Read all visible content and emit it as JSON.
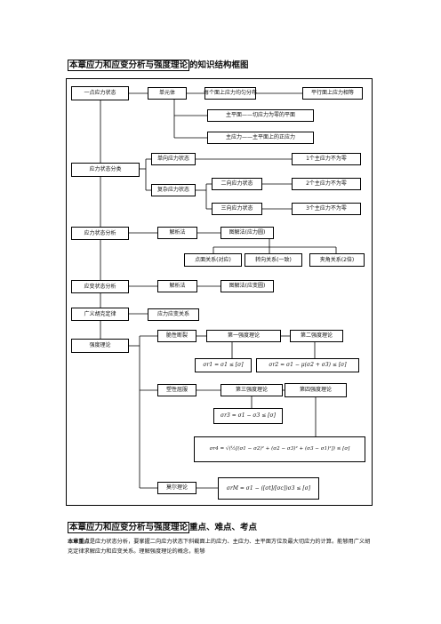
{
  "headings": {
    "h1_boxed": "本章应力和应变分析与强度理论",
    "h1_rest": "的知识结构框图",
    "h2_boxed": "本章应力和应变分析与强度理论",
    "h2_rest": "重点、难点、考点"
  },
  "diagram": {
    "point_stress": "一点应力状态",
    "unit_body": "单元体",
    "stress_uniform": "每个面上应力均匀分布",
    "parallel_equal": "平行面上应力相等",
    "principal_plane": "主平面——切应力为零的平面",
    "principal_stress": "主应力——主平面上的正应力",
    "stress_class": "应力状态分类",
    "uniaxial": "单向应力状态",
    "one_nonzero": "1个主应力不为零",
    "complex": "复杂应力状态",
    "biaxial": "二向应力状态",
    "two_nonzero": "2个主应力不为零",
    "triaxial": "三向应力状态",
    "three_nonzero": "3个主应力不为零",
    "stress_analysis": "应力状态分析",
    "analytic1": "解析法",
    "graphic1": "图解法(应力圆)",
    "point_face": "点面关系(对应)",
    "rotation": "转向关系(一致)",
    "angle": "夹角关系(2倍)",
    "strain_analysis": "应变状态分析",
    "analytic2": "解析法",
    "graphic2": "图解法(应变圆)",
    "hooke": "广义胡克定律",
    "stress_strain": "应力应变关系",
    "strength": "强度理论",
    "brittle": "脆性断裂",
    "first": "第一强度理论",
    "second": "第二强度理论",
    "f1": "σr1 = σ1 ≤ [σ]",
    "f2": "σr2 = σ1 − μ(σ2 + σ3) ≤ [σ]",
    "plastic": "塑性屈服",
    "third": "第三强度理论",
    "fourth": "第四强度理论",
    "f3": "σr3 = σ1 − σ3 ≤ [σ]",
    "f4": "σr4 = √(½[(σ1 − σ2)² + (σ2 − σ3)² + (σ3 − σ1)²]) ≤ [σ]",
    "mohr": "莫尔理论",
    "fm": "σrM = σ1 − ([σt]/[σc])σ3 ≤ [σ]"
  },
  "paragraph": {
    "lead": "本章重点",
    "text": "是应力状态分析，要掌握二向应力状态下斜截面上的应力、主应力、主平面方位及最大切应力的计算。能够用广义胡克定律求解应力和应变关系。理解强度理论的概念，能够"
  }
}
